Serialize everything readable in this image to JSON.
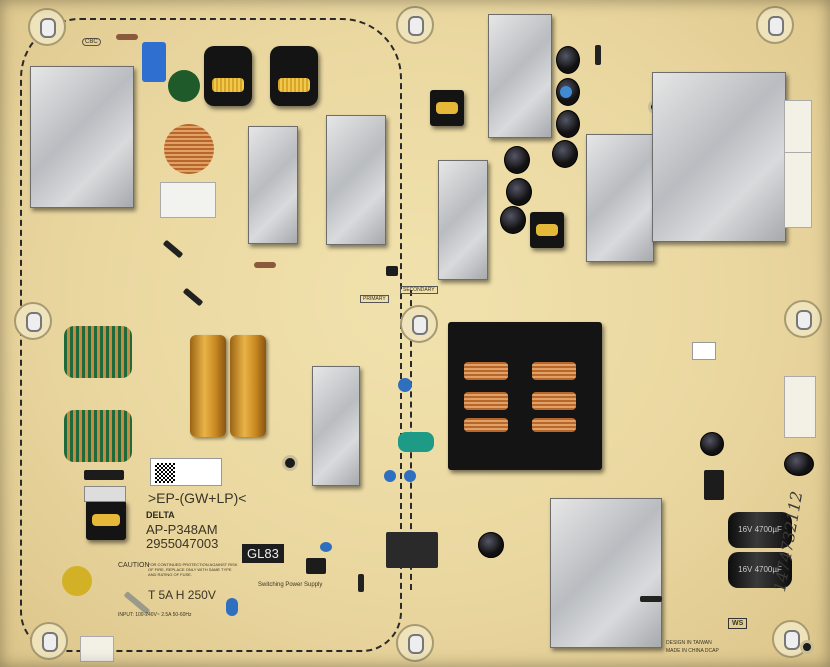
{
  "board": {
    "model_tag": ">EP-(GW+LP)<",
    "part_number": "AP-P348AM",
    "serial": "2955047003",
    "brand_logo": "DELTA",
    "code_badge": "GL83",
    "fuse_rating": "T 5A H 250V",
    "caution_title": "CAUTION",
    "caution_text": "FOR CONTINUED PROTECTION AGAINST RISK OF FIRE, REPLACE ONLY WITH SAME TYPE AND RATING OF FUSE.",
    "switching_label": "Switching Power Supply",
    "primary_label": "PRIMARY",
    "secondary_label": "SECONDARY",
    "design_label": "DESIGN IN TAIWAN",
    "made_label": "MADE IN CHINA DCAP",
    "handwritten_number": "1474732112",
    "ws_label": "WS",
    "cbc_label": "CBC",
    "input_label": "INPUT: 100-240V~ 2.5A 50-60Hz",
    "cap_label": "16V 4700µF",
    "colors": {
      "board": "#ead7a0",
      "shield": "#c4c6c9",
      "transformer": "#141414",
      "copper": "#c97a3a",
      "gold_cap": "#d79c2e"
    }
  }
}
